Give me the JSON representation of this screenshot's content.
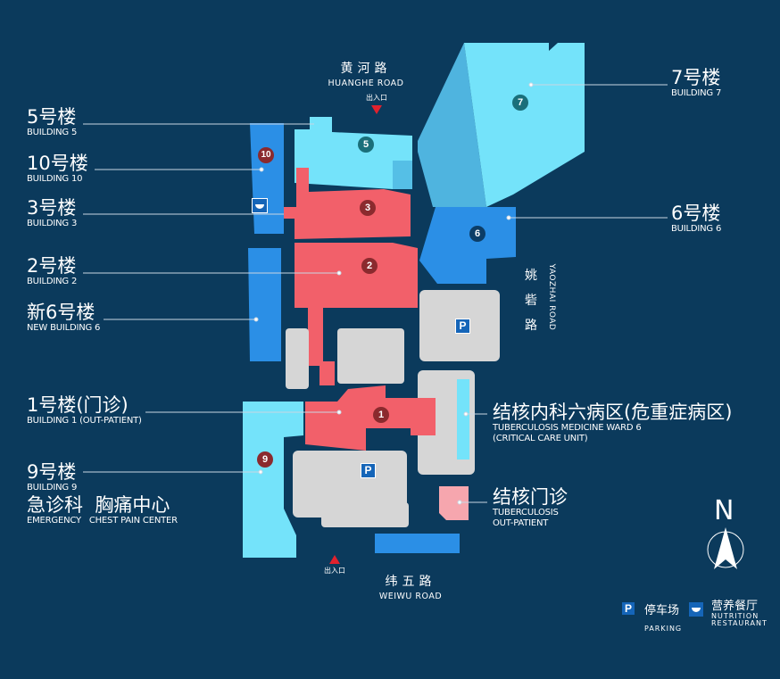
{
  "roads": {
    "north": {
      "cn": "黄河路",
      "en": "HUANGHE ROAD"
    },
    "east": {
      "cn": "姚砦路",
      "en": "YAOZHAI ROAD"
    },
    "south": {
      "cn": "纬五路",
      "en": "WEIWU ROAD"
    }
  },
  "gates": {
    "north": "出入口",
    "south": "出入口"
  },
  "buildings": [
    {
      "cn": "5号楼",
      "en": "BUILDING 5",
      "marker": "5"
    },
    {
      "cn": "10号楼",
      "en": "BUILDING 10",
      "marker": "10"
    },
    {
      "cn": "3号楼",
      "en": "BUILDING 3",
      "marker": "3"
    },
    {
      "cn": "2号楼",
      "en": "BUILDING 2",
      "marker": "2"
    },
    {
      "cn": "新6号楼",
      "en_a": "NEW",
      "en": "BUILDING 6"
    },
    {
      "cn": "1号楼(门诊)",
      "en": "BUILDING 1 (OUT-PATIENT)",
      "marker": "1"
    },
    {
      "cn": "9号楼",
      "en": "BUILDING 9",
      "marker": "9"
    },
    {
      "cn": "7号楼",
      "en": "BUILDING 7",
      "marker": "7"
    },
    {
      "cn": "6号楼",
      "en": "BUILDING 6",
      "marker": "6"
    },
    {
      "cn": "结核内科六病区(危重症病区)",
      "en": "TUBERCULOSIS MEDICINE WARD 6",
      "en2": "(CRITICAL CARE UNIT)"
    },
    {
      "cn": "结核门诊",
      "en": "TUBERCULOSIS",
      "en2": "OUT-PATIENT"
    }
  ],
  "emergency": {
    "cn1": "急诊科",
    "cn2": "胸痛中心",
    "en1": "EMERGENCY",
    "en2": "CHEST PAIN CENTER"
  },
  "compass": {
    "label": "N"
  },
  "legend": {
    "parking": {
      "icon": "P",
      "cn": "停车场",
      "en": "PARKING"
    },
    "restaurant": {
      "cn": "营养餐厅",
      "en1": "NUTRITION",
      "en2": "RESTAURANT"
    }
  },
  "colors": {
    "background": "#0b3a5c",
    "cyan": "#74e3fa",
    "blue": "#2b8fe6",
    "red": "#f2606a",
    "gray": "#d6d6d6",
    "marker_dark": "#8b2a2e",
    "marker_teal": "#1a6f7a"
  }
}
